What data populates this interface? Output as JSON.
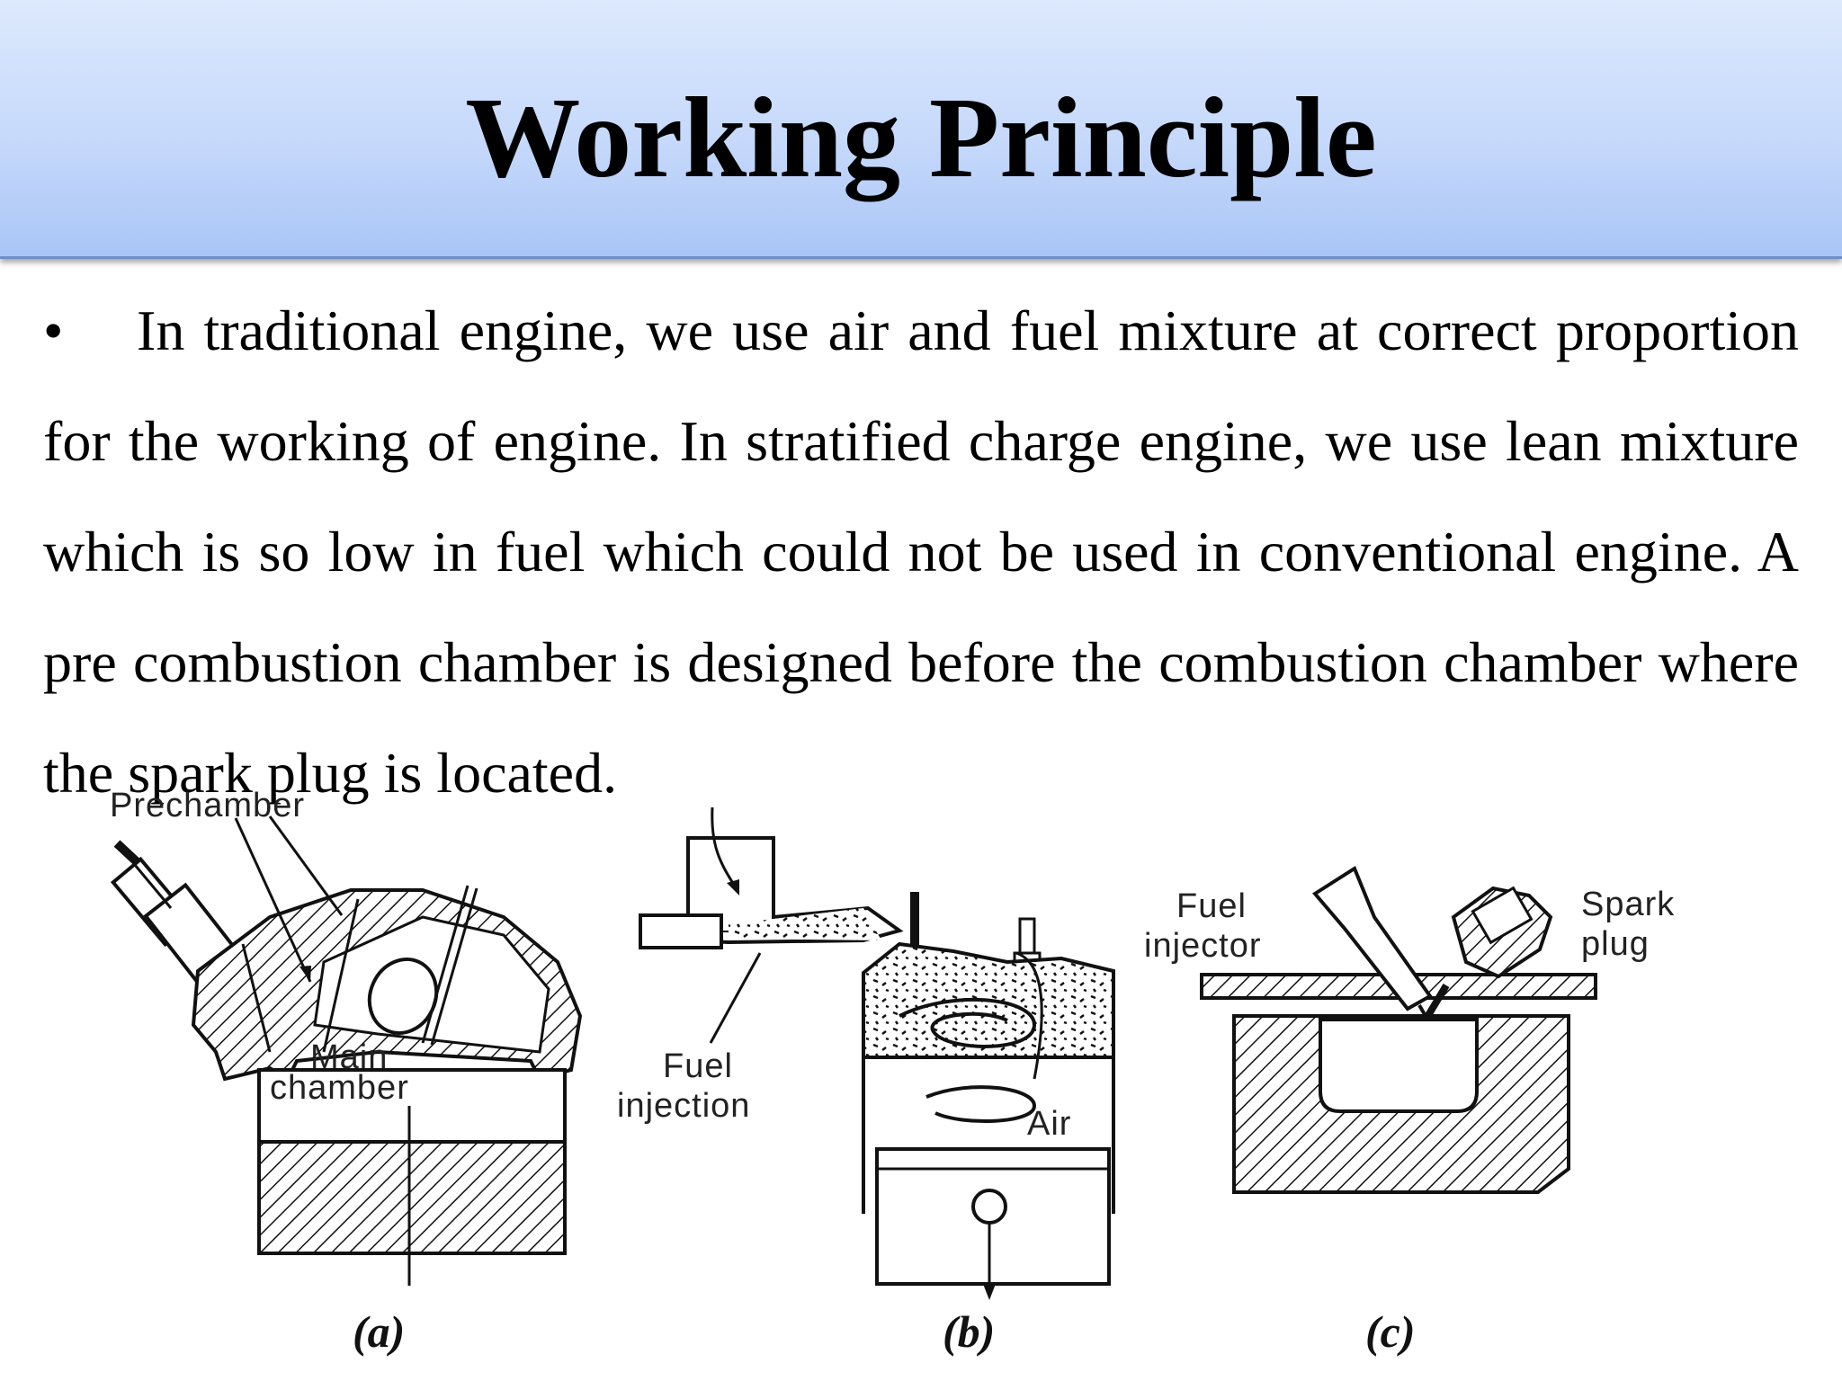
{
  "slide": {
    "title": "Working Principle",
    "bullet_symbol": "•",
    "paragraph": "In traditional engine, we use air and fuel mixture at correct proportion for the working of engine. In stratified charge engine, we use lean mixture which is so low in fuel which could not be used in conventional engine. A pre combustion chamber is designed before the combustion chamber where the spark plug is located."
  },
  "figure": {
    "a": {
      "labels": {
        "prechamber": "Prechamber",
        "main_line1": "Main",
        "main_line2": "chamber"
      },
      "caption": "(a)"
    },
    "b": {
      "labels": {
        "fuel_line1": "Fuel",
        "fuel_line2": "injection",
        "air": "Air"
      },
      "caption": "(b)"
    },
    "c": {
      "labels": {
        "injector_line1": "Fuel",
        "injector_line2": "injector",
        "spark_line1": "Spark",
        "spark_line2": "plug"
      },
      "caption": "(c)"
    }
  },
  "colors": {
    "title_band_top": "#dde9fd",
    "title_band_bottom": "#a9c5f6",
    "text": "#000000"
  }
}
